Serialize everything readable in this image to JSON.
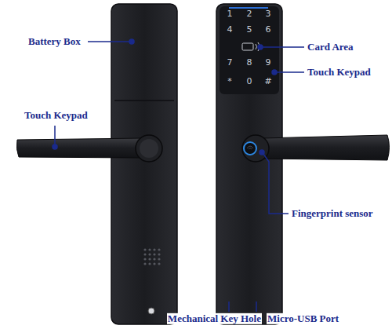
{
  "diagram": {
    "labels": [
      "Battery Box",
      "Touch Keypad",
      "1",
      "2",
      "3",
      "4",
      "5",
      "6",
      "7",
      "8",
      "9",
      "*",
      "0",
      "#",
      "Card Area",
      "Touch Keypad",
      "Fingerprint sensor",
      "Mechanical Key Hole",
      "Micro-USB Port"
    ]
  }
}
